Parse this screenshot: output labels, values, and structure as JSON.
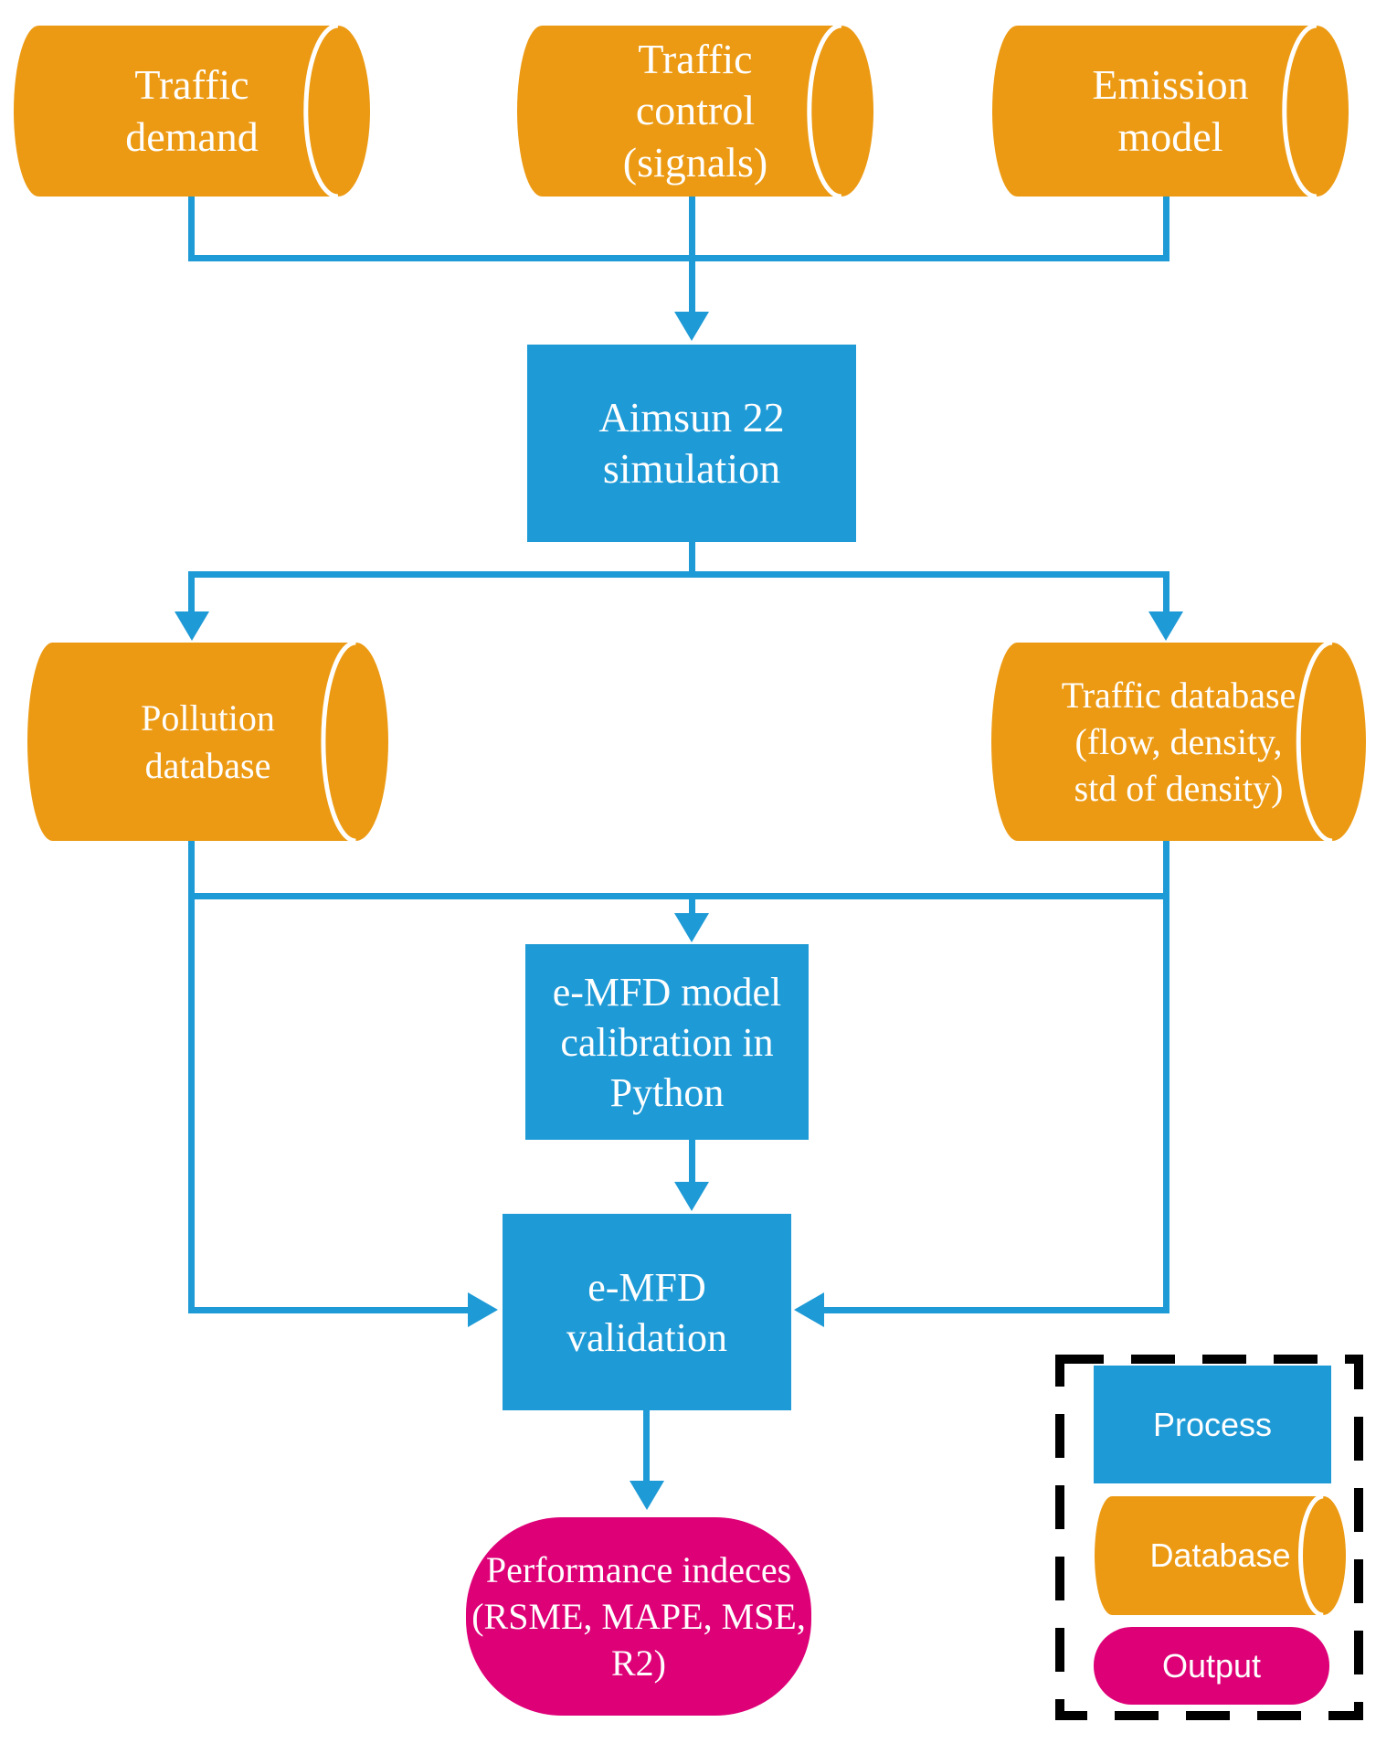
{
  "colors": {
    "process": "#1E9AD6",
    "database": "#EC9A13",
    "output": "#DE0077",
    "line": "#1E9AD6",
    "legend_border": "#000000",
    "label_text": "#FFFFFF",
    "background": "#FFFFFF"
  },
  "nodes": {
    "traffic_demand": {
      "label": "Traffic\ndemand",
      "type": "database"
    },
    "traffic_control": {
      "label": "Traffic\ncontrol\n(signals)",
      "type": "database"
    },
    "emission_model": {
      "label": "Emission\nmodel",
      "type": "database"
    },
    "aimsun": {
      "label": "Aimsun 22\nsimulation",
      "type": "process"
    },
    "pollution_db": {
      "label": "Pollution\ndatabase",
      "type": "database"
    },
    "traffic_db": {
      "label": "Traffic database\n(flow, density,\nstd of density)",
      "type": "database"
    },
    "calibration": {
      "label": "e-MFD model\ncalibration in\nPython",
      "type": "process"
    },
    "validation": {
      "label": "e-MFD validation",
      "type": "process"
    },
    "performance": {
      "label": "Performance indeces\n(RSME, MAPE, MSE,\nR2)",
      "type": "output"
    }
  },
  "legend": {
    "items": [
      {
        "label": "Process",
        "type": "process"
      },
      {
        "label": "Database",
        "type": "database"
      },
      {
        "label": "Output",
        "type": "output"
      }
    ]
  }
}
